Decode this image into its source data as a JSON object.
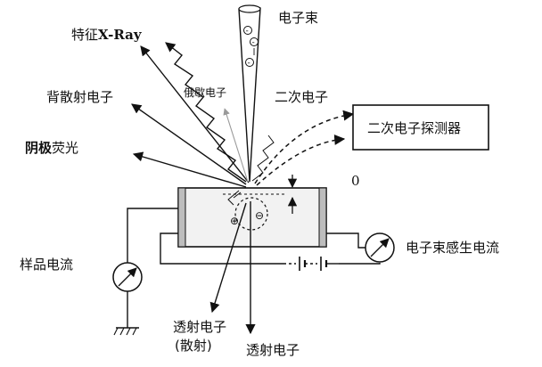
{
  "labels": {
    "electron_beam": "电子束",
    "characteristic_xray_prefix": "特征",
    "characteristic_xray_suffix": "X-Ray",
    "backscattered_electrons": "背散射电子",
    "auger_electrons": "俄歇电子",
    "secondary_electrons": "二次电子",
    "secondary_electron_detector": "二次电子探测器",
    "cathodoluminescence_bold": "阴极",
    "cathodoluminescence_rest": "荧光",
    "zero_mark": "0",
    "sample_current": "样品电流",
    "beam_induced_current": "电子束感生电流",
    "transmitted_scattered_line1": "透射电子",
    "transmitted_scattered_line2": "(散射)",
    "transmitted_electrons": "透射电子",
    "plus_sign": "⊕",
    "minus_sign": "⊖"
  },
  "colors": {
    "ink": "#111111",
    "sample_fill": "#f2f2f2",
    "sample_band": "#bdbdbd",
    "faint": "#9a9a9a"
  }
}
